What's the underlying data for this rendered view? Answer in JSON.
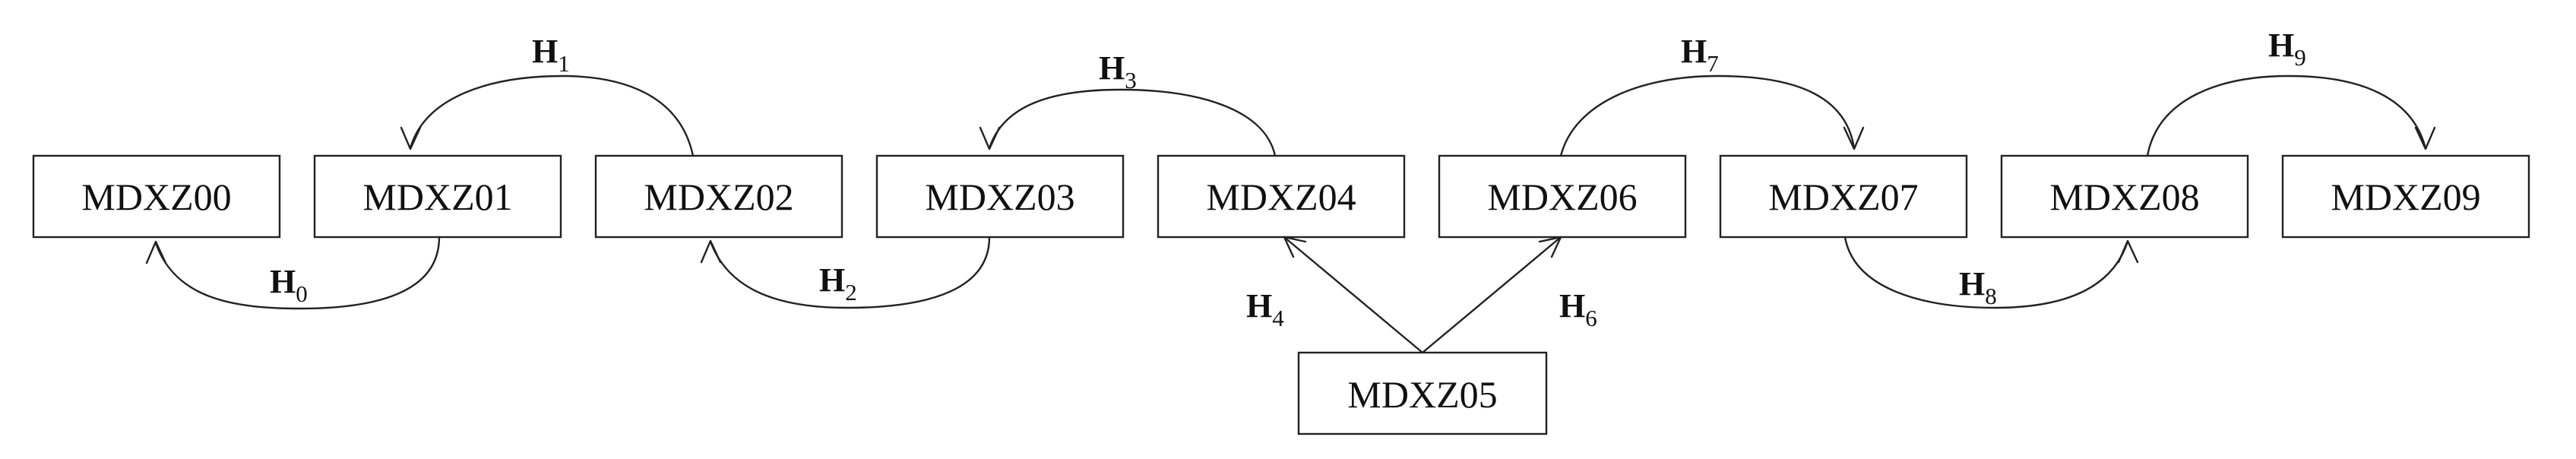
{
  "nodes": [
    {
      "id": "n00",
      "label": "MDXZ00"
    },
    {
      "id": "n01",
      "label": "MDXZ01"
    },
    {
      "id": "n02",
      "label": "MDXZ02"
    },
    {
      "id": "n03",
      "label": "MDXZ03"
    },
    {
      "id": "n04",
      "label": "MDXZ04"
    },
    {
      "id": "n06",
      "label": "MDXZ06"
    },
    {
      "id": "n07",
      "label": "MDXZ07"
    },
    {
      "id": "n08",
      "label": "MDXZ08"
    },
    {
      "id": "n09",
      "label": "MDXZ09"
    },
    {
      "id": "n05",
      "label": "MDXZ05"
    }
  ],
  "edges": [
    {
      "id": "e0",
      "from": "MDXZ01",
      "to": "MDXZ00",
      "label": "H",
      "subscript": "0"
    },
    {
      "id": "e1",
      "from": "MDXZ02",
      "to": "MDXZ01",
      "label": "H",
      "subscript": "1"
    },
    {
      "id": "e2",
      "from": "MDXZ03",
      "to": "MDXZ02",
      "label": "H",
      "subscript": "2"
    },
    {
      "id": "e3",
      "from": "MDXZ04",
      "to": "MDXZ03",
      "label": "H",
      "subscript": "3"
    },
    {
      "id": "e4",
      "from": "MDXZ05",
      "to": "MDXZ04",
      "label": "H",
      "subscript": "4"
    },
    {
      "id": "e6",
      "from": "MDXZ05",
      "to": "MDXZ06",
      "label": "H",
      "subscript": "6"
    },
    {
      "id": "e7",
      "from": "MDXZ06",
      "to": "MDXZ07",
      "label": "H",
      "subscript": "7"
    },
    {
      "id": "e8",
      "from": "MDXZ07",
      "to": "MDXZ08",
      "label": "H",
      "subscript": "8"
    },
    {
      "id": "e9",
      "from": "MDXZ08",
      "to": "MDXZ09",
      "label": "H",
      "subscript": "9"
    }
  ]
}
